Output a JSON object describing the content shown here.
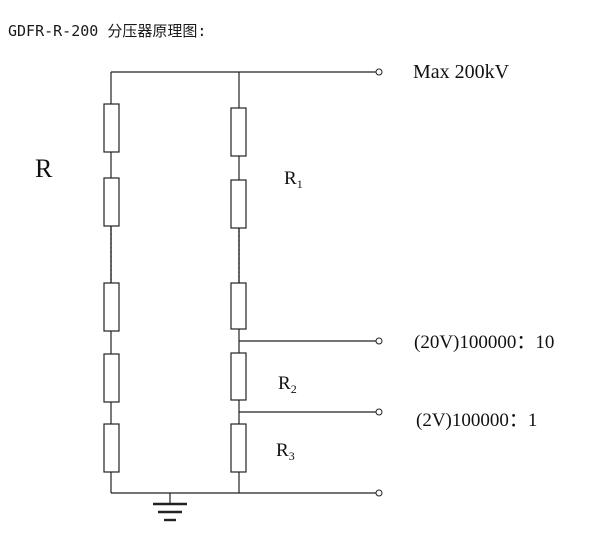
{
  "title": "GDFR-R-200 分压器原理图:",
  "labels": {
    "r_left": "R",
    "r1": "R",
    "r1_sub": "1",
    "r2": "R",
    "r2_sub": "2",
    "r3": "R",
    "r3_sub": "3"
  },
  "outputs": {
    "max": "Max 200kV",
    "tap_20v": "(20V)100000：10",
    "tap_2v": "(2V)100000：1"
  }
}
